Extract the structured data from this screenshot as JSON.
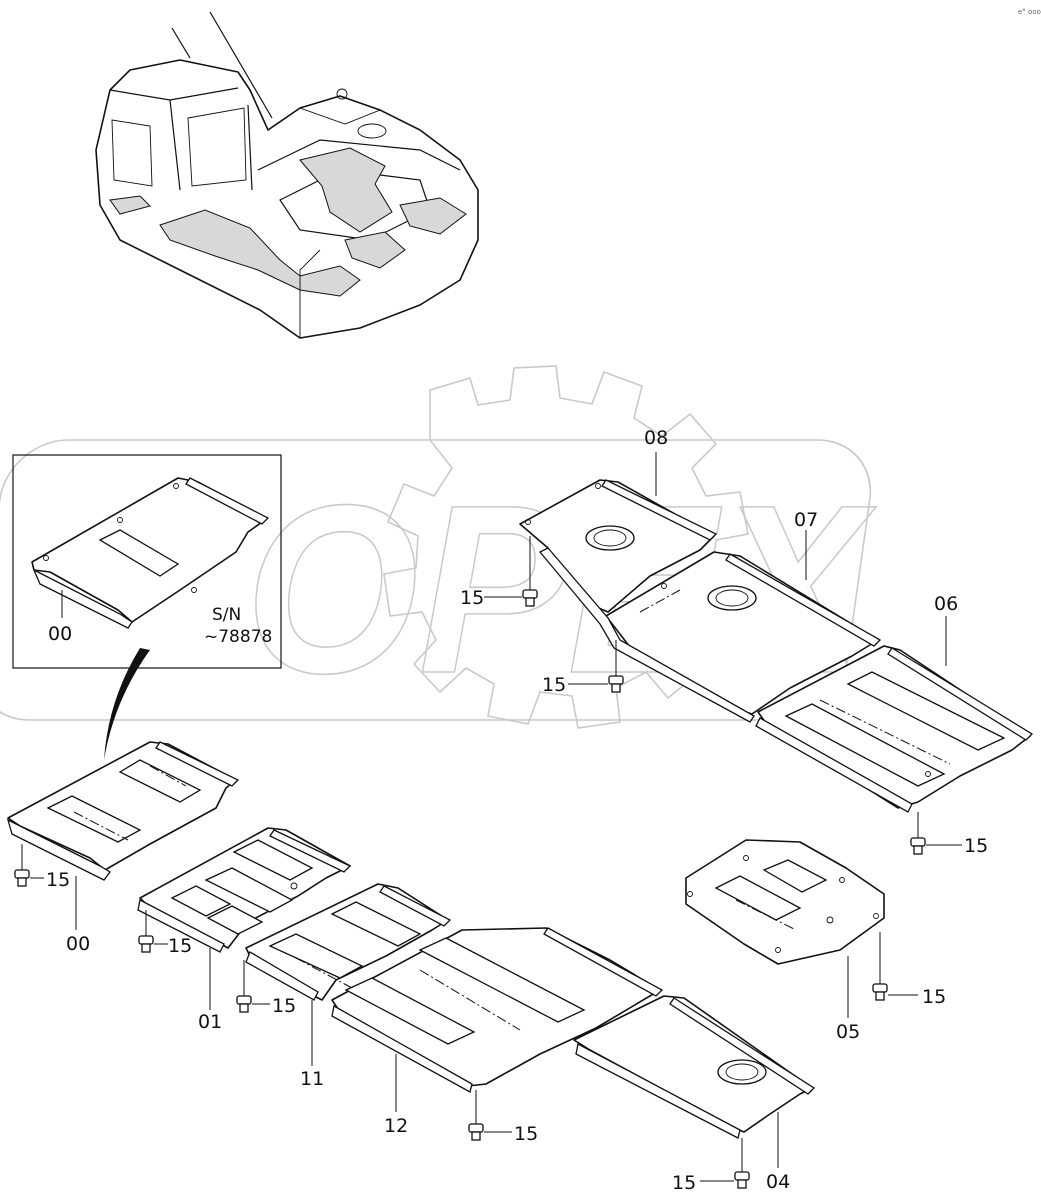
{
  "labels": {
    "part_00_inset": "00",
    "part_00": "00",
    "part_01": "01",
    "part_04": "04",
    "part_05": "05",
    "part_06": "06",
    "part_07": "07",
    "part_08": "08",
    "part_11": "11",
    "part_12": "12",
    "bolt_15": "15"
  },
  "inset": {
    "serial_prefix": "S/N",
    "serial_range": "~78878"
  },
  "watermark": "OPEX",
  "corner_mark": "e° ooo",
  "colors": {
    "line": "#111111",
    "watermark": "#c9c9c9",
    "background": "#ffffff"
  }
}
